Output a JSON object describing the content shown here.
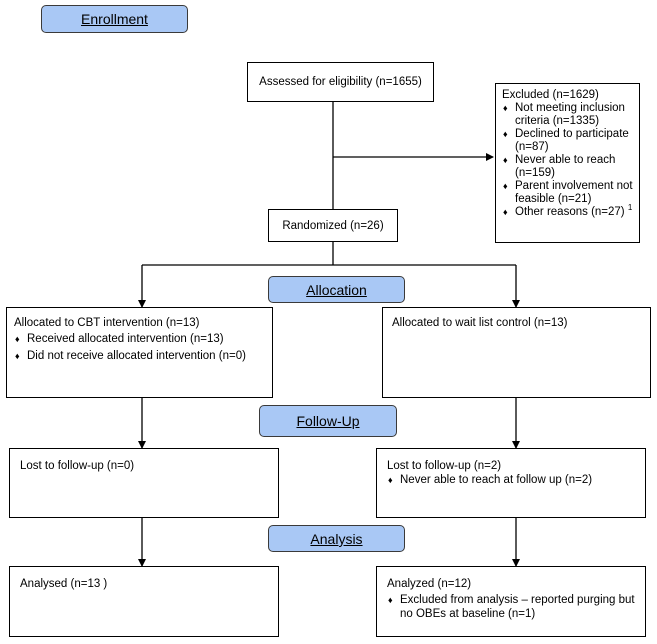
{
  "phases": {
    "enrollment": "Enrollment",
    "allocation": "Allocation",
    "follow_up": "Follow-Up",
    "analysis": "Analysis"
  },
  "assessed": "Assessed for eligibility (n=1655)",
  "excluded": {
    "title": "Excluded (n=1629)",
    "items": [
      "Not meeting inclusion criteria (n=1335)",
      "Declined to participate (n=87)",
      "Never able to reach (n=159)",
      "Parent involvement not feasible (n=21)",
      "Other reasons (n=27)"
    ],
    "footnote_mark": "1"
  },
  "randomized": "Randomized (n=26)",
  "allocation": {
    "left": {
      "title": "Allocated to CBT intervention (n=13)",
      "items": [
        "Received allocated intervention (n=13)",
        "Did not receive allocated intervention (n=0)"
      ]
    },
    "right": {
      "title": "Allocated to wait list control (n=13)"
    }
  },
  "follow_up": {
    "left": {
      "title": "Lost to follow-up (n=0)"
    },
    "right": {
      "title": "Lost to follow-up (n=2)",
      "items": [
        "Never able to reach at follow up (n=2)"
      ]
    }
  },
  "analysis": {
    "left": {
      "title": "Analysed  (n=13 )"
    },
    "right": {
      "title": "Analyzed  (n=12)",
      "items": [
        "Excluded from analysis – reported purging but no OBEs at baseline (n=1)"
      ]
    }
  }
}
